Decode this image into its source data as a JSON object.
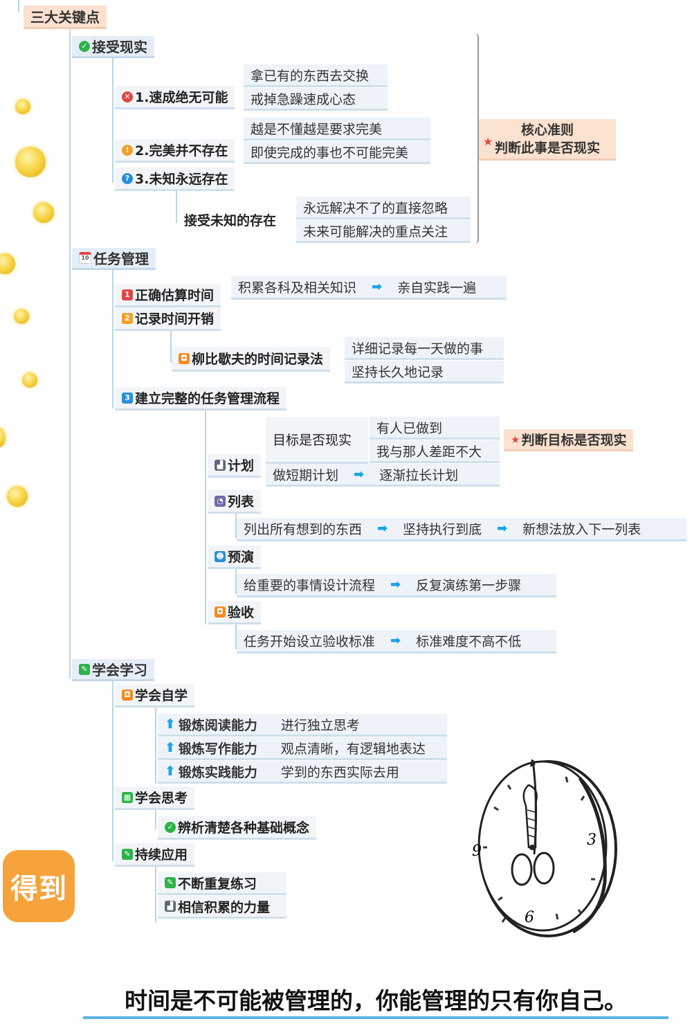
{
  "root": "三大关键点",
  "accept": {
    "title": "接受现实",
    "s1": {
      "title": "1.速成绝无可能",
      "leaves": [
        "拿已有的东西去交换",
        "戒掉急躁速成心态"
      ]
    },
    "s2": {
      "title": "2.完美并不存在",
      "leaves": [
        "越是不懂越是要求完美",
        "即使完成的事也不可能完美"
      ]
    },
    "s3": {
      "title": "3.未知永远存在",
      "child": "接受未知的存在",
      "leaves": [
        "永远解决不了的直接忽略",
        "未来可能解决的重点关注"
      ]
    },
    "core": [
      "核心准则",
      "判断此事是否现实"
    ]
  },
  "task": {
    "title": "任务管理",
    "a": {
      "title": "正确估算时间",
      "flow": [
        "积累各科及相关知识",
        "亲自实践一遍"
      ]
    },
    "b": {
      "title": "记录时间开销",
      "child": "柳比歇夫的时间记录法",
      "leaves": [
        "详细记录每一天做的事",
        "坚持长久地记录"
      ]
    },
    "c": {
      "title": "建立完整的任务管理流程",
      "plan": {
        "title": "计划",
        "goal": "目标是否现实",
        "goal_leaves": [
          "有人已做到",
          "我与那人差距不大"
        ],
        "judge": "判断目标是否现实",
        "flow": [
          "做短期计划",
          "逐渐拉长计划"
        ]
      },
      "list": {
        "title": "列表",
        "flow": [
          "列出所有想到的东西",
          "坚持执行到底",
          "新想法放入下一列表"
        ]
      },
      "rehearse": {
        "title": "预演",
        "flow": [
          "给重要的事情设计流程",
          "反复演练第一步骤"
        ]
      },
      "check": {
        "title": "验收",
        "flow": [
          "任务开始设立验收标准",
          "标准难度不高不低"
        ]
      }
    }
  },
  "learn": {
    "title": "学会学习",
    "self": {
      "title": "学会自学",
      "rows": [
        {
          "k": "锻炼阅读能力",
          "v": "进行独立思考"
        },
        {
          "k": "锻炼写作能力",
          "v": "观点清晰，有逻辑地表达"
        },
        {
          "k": "锻炼实践能力",
          "v": "学到的东西实际去用"
        }
      ]
    },
    "think": {
      "title": "学会思考",
      "leaf": "辨析清楚各种基础概念"
    },
    "apply": {
      "title": "持续应用",
      "leaves": [
        "不断重复练习",
        "相信积累的力量"
      ]
    }
  },
  "calendar_icon_text": "10",
  "numbers": [
    "1",
    "2",
    "3"
  ],
  "logo": "得到",
  "clock_numbers": [
    "3",
    "6",
    "9"
  ],
  "footer": "时间是不可能被管理的，你能管理的只有你自己。",
  "colors": {
    "accent": "#1aa3e8",
    "peach": "#fbe1cf",
    "line": "#b9d6e6",
    "logo": "#f5a33a"
  }
}
